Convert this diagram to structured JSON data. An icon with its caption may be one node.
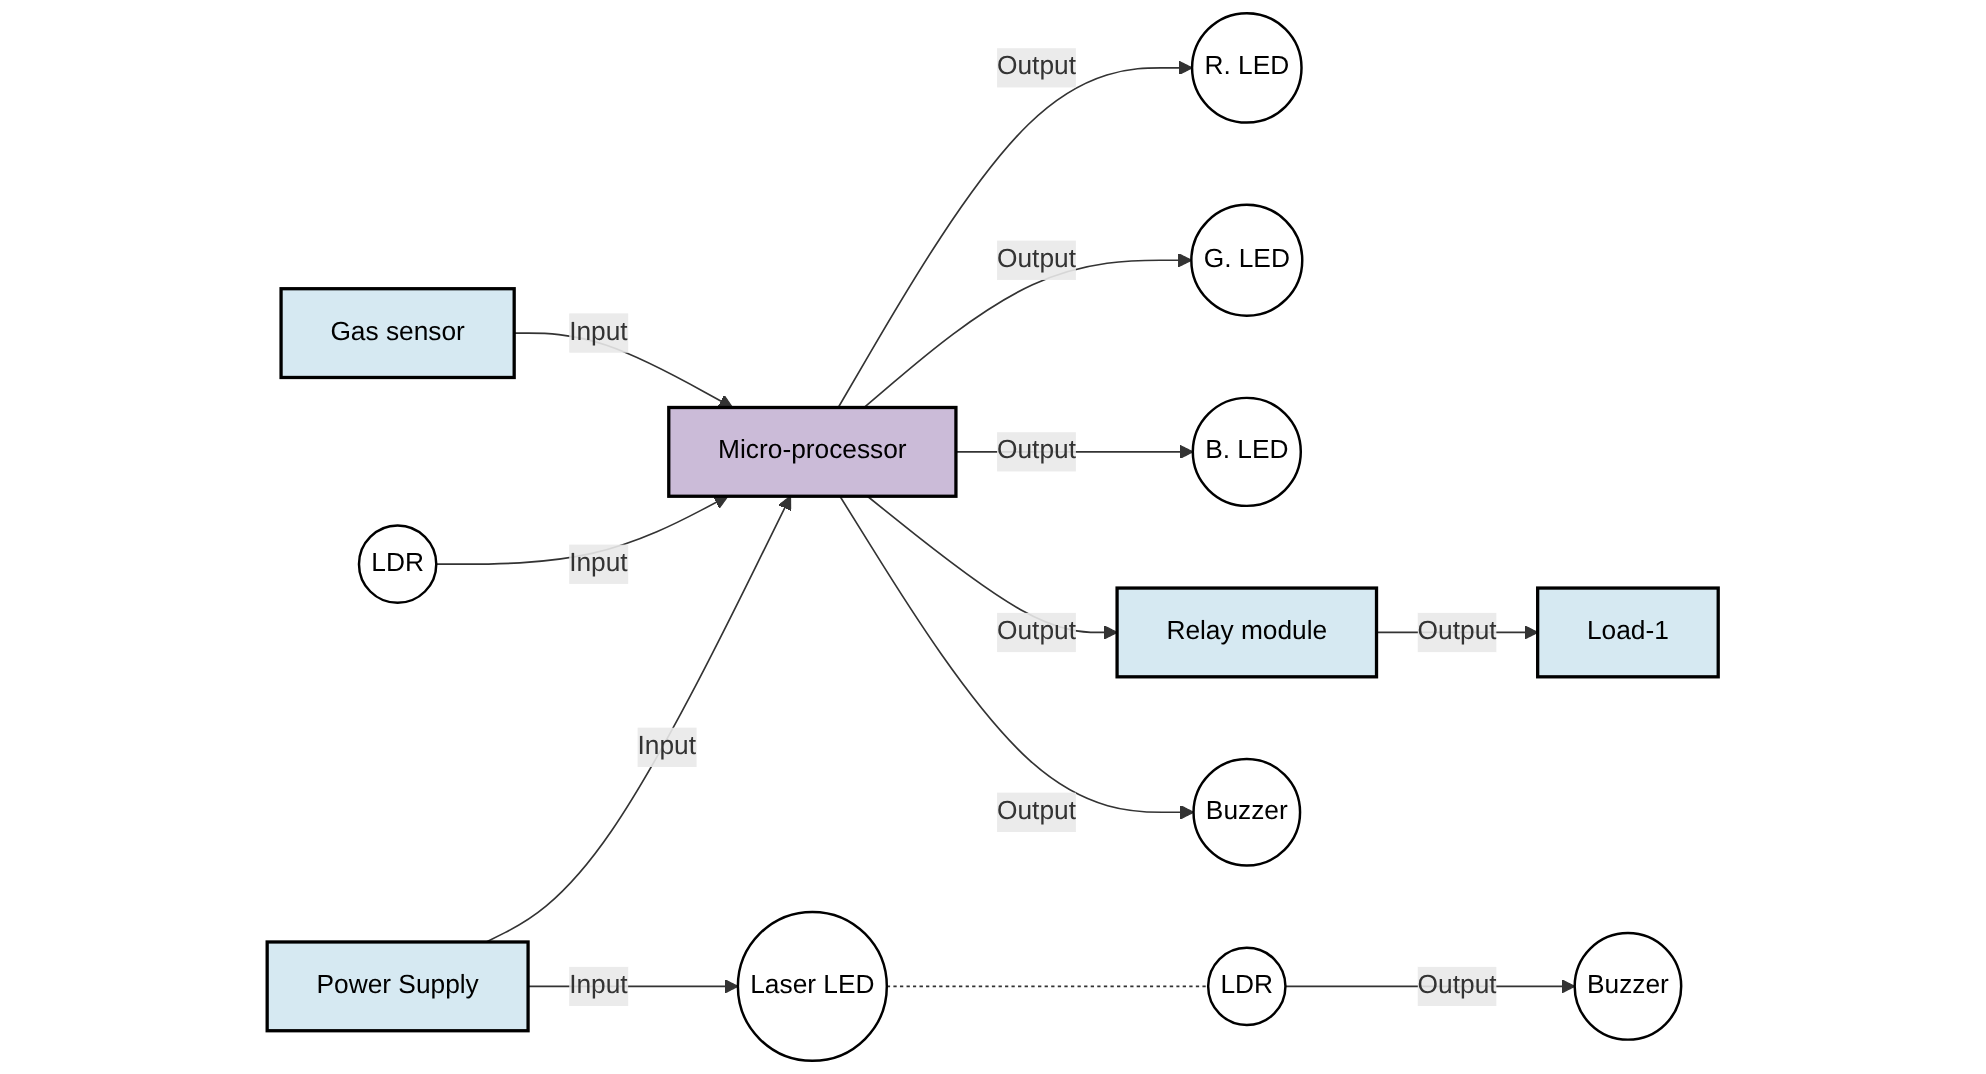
{
  "diagram": {
    "nodes": [
      {
        "text": [
          "Gas sensor"
        ]
      },
      {
        "text": [
          "LDR"
        ]
      },
      {
        "text": [
          "Micro-processor"
        ]
      },
      {
        "text": [
          "R. LED"
        ]
      },
      {
        "text": [
          "G. LED"
        ]
      },
      {
        "text": [
          "B. LED"
        ]
      },
      {
        "text": [
          "Relay module"
        ]
      },
      {
        "text": [
          "Load-1"
        ]
      },
      {
        "text": [
          "Buzzer"
        ]
      },
      {
        "text": [
          "Power Supply"
        ]
      },
      {
        "text": [
          "Laser LED"
        ]
      },
      {
        "text": [
          "LDR"
        ]
      },
      {
        "text": [
          "Buzzer"
        ]
      }
    ],
    "edges": [
      {
        "from": 0,
        "to": 2,
        "arrow": "to",
        "label": "Input"
      },
      {
        "from": 1,
        "to": 2,
        "arrow": "to",
        "label": "Input"
      },
      {
        "from": 2,
        "to": 3,
        "arrow": "to",
        "label": "Output"
      },
      {
        "from": 2,
        "to": 4,
        "arrow": "to",
        "label": "Output"
      },
      {
        "from": 2,
        "to": 5,
        "arrow": "to",
        "label": "Output"
      },
      {
        "from": 2,
        "to": 6,
        "arrow": "to",
        "label": "Output"
      },
      {
        "from": 6,
        "to": 7,
        "arrow": "to",
        "label": "Output"
      },
      {
        "from": 2,
        "to": 8,
        "arrow": "to",
        "label": "Output"
      },
      {
        "from": 9,
        "to": 2,
        "arrow": "to",
        "label": "Input"
      },
      {
        "from": 9,
        "to": 10,
        "arrow": "to",
        "label": "Input"
      },
      {
        "from": 10,
        "to": 11,
        "arrow": "none",
        "style": "dashed"
      },
      {
        "from": 11,
        "to": 12,
        "arrow": "to",
        "label": "Output"
      }
    ]
  }
}
